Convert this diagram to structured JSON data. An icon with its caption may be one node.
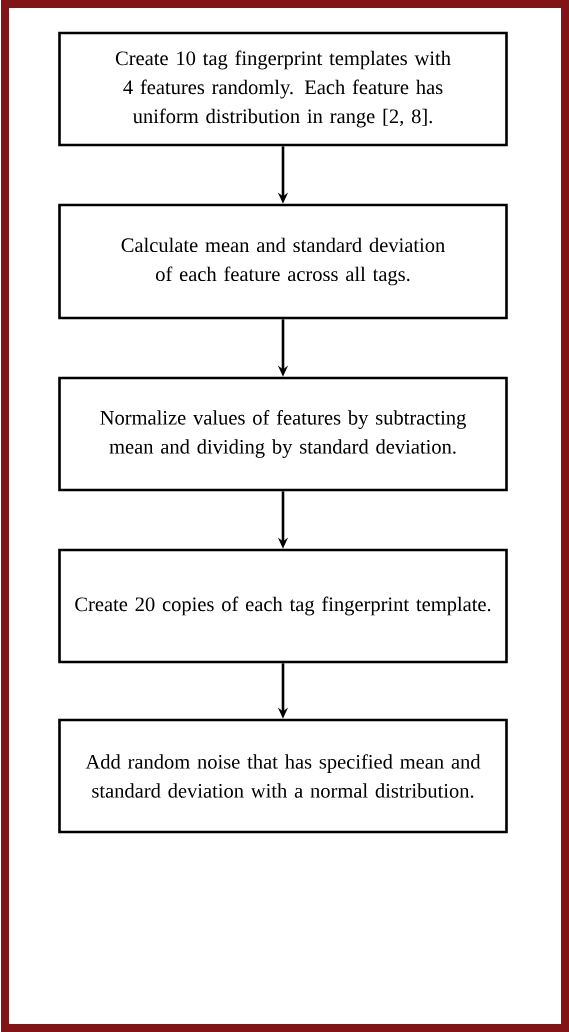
{
  "diagram": {
    "nodes": [
      {
        "text": [
          "Create 10 tag fingerprint templates with 4 features randomly.  Each feature has uniform distribution in range [2, 8]."
        ]
      },
      {
        "text": [
          "Calculate mean and standard deviation of each feature across all tags."
        ]
      },
      {
        "text": [
          "Normalize values of features by subtracting mean and dividing by standard deviation."
        ]
      },
      {
        "text": [
          "Create 20 copies of each tag fingerprint template."
        ]
      },
      {
        "text": [
          "Add random noise that has specified mean and standard deviation with a normal distribution."
        ]
      }
    ],
    "edges": [
      {
        "from": 0,
        "to": 1,
        "arrow": "to"
      },
      {
        "from": 1,
        "to": 2,
        "arrow": "to"
      },
      {
        "from": 2,
        "to": 3,
        "arrow": "to"
      },
      {
        "from": 3,
        "to": 4,
        "arrow": "to"
      }
    ]
  }
}
